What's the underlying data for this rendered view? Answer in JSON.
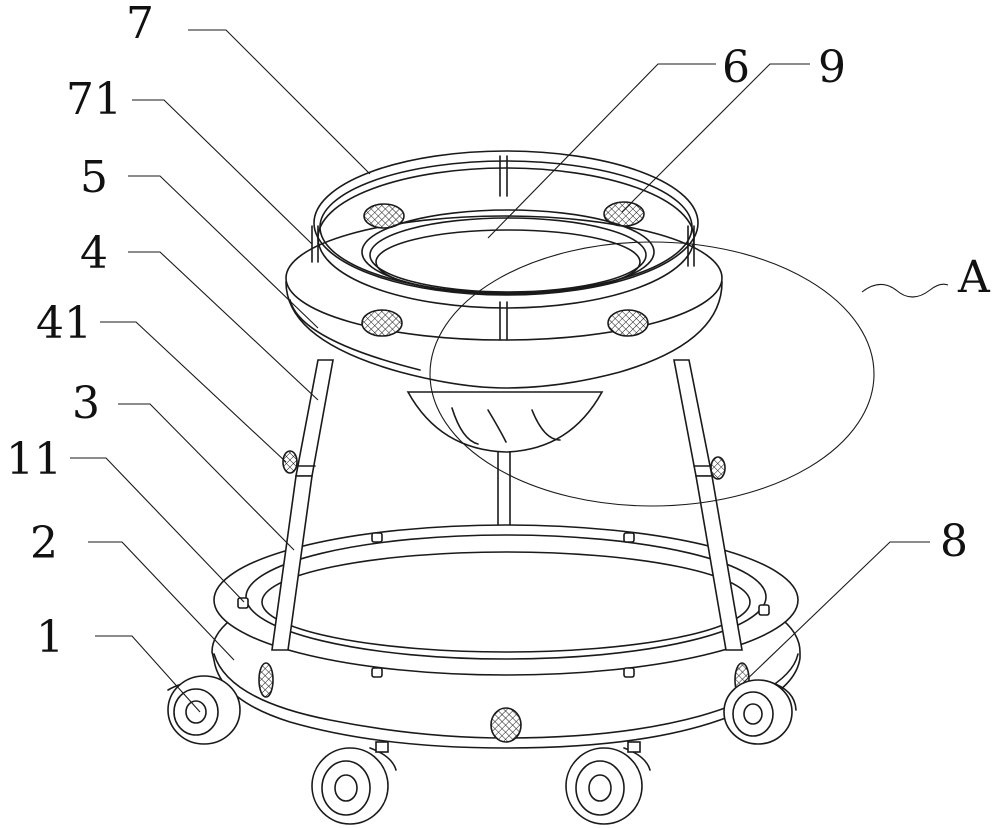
{
  "labels": {
    "l7": "7",
    "l71": "71",
    "l5": "5",
    "l4": "4",
    "l41": "41",
    "l3": "3",
    "l11": "11",
    "l2": "2",
    "l1": "1",
    "l6": "6",
    "l9": "9",
    "l8": "8",
    "lA": "A"
  }
}
